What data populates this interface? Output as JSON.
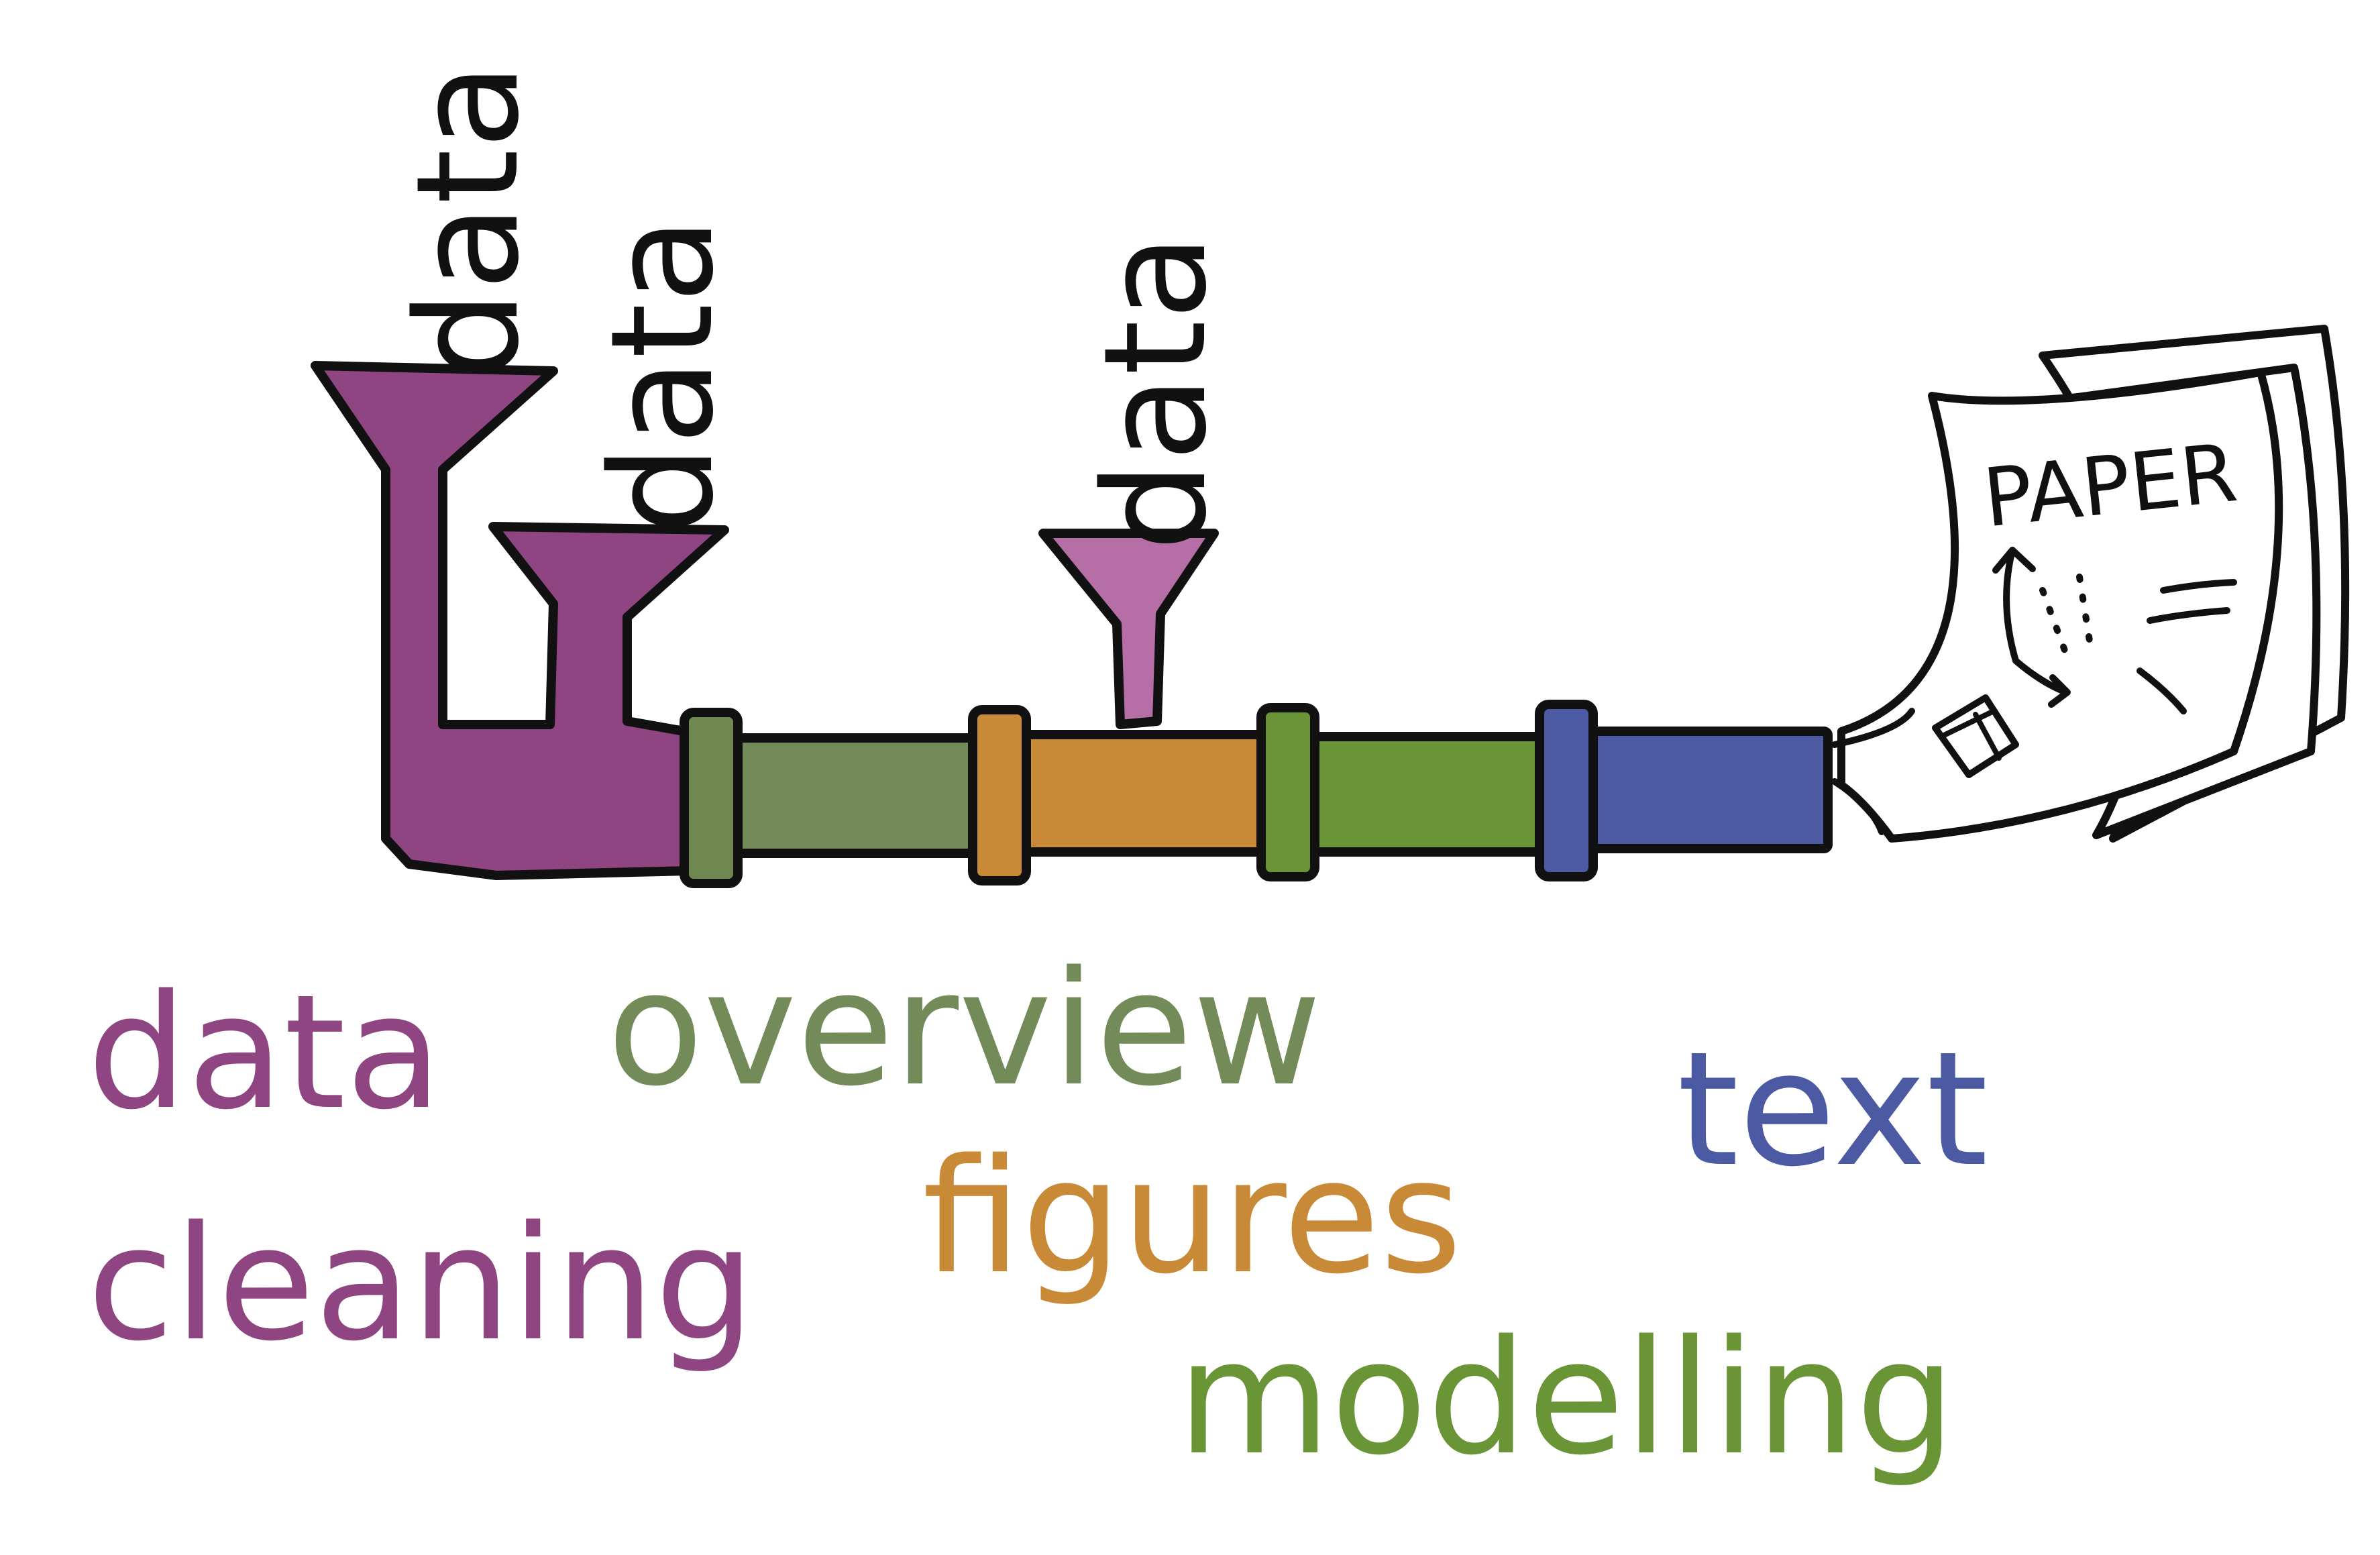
{
  "colors": {
    "outline": "#111111",
    "data_purple": "#8E4581",
    "data_purple_light": "#B66FA6",
    "overview_green": "#738B58",
    "overview_collar": "#6E8850",
    "figures_orange": "#C98A37",
    "modelling_green": "#6A9536",
    "text_blue": "#4B5AA3",
    "paper": "#ffffff"
  },
  "inputs": {
    "data_1": "data",
    "data_2": "data",
    "data_3": "data"
  },
  "paper": {
    "title": "PAPER"
  },
  "labels": {
    "data_cleaning_line1": "data",
    "data_cleaning_line2": "cleaning",
    "overview": "overview",
    "figures": "figures",
    "modelling": "modelling",
    "text": "text"
  }
}
